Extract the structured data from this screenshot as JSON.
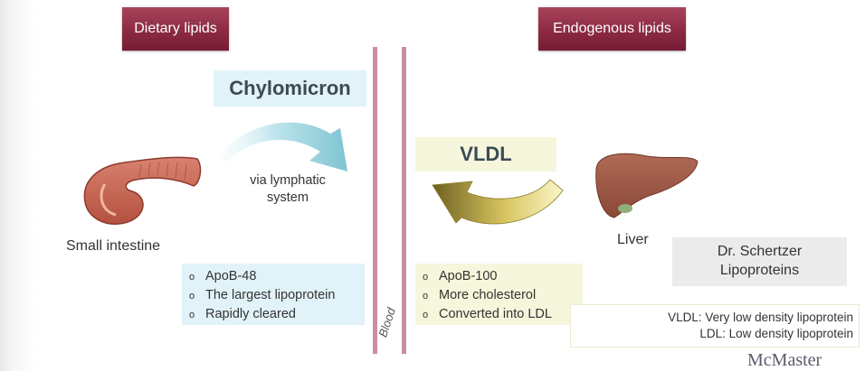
{
  "headers": {
    "left": "Dietary lipids",
    "right": "Endogenous lipids"
  },
  "chylomicron": {
    "label": "Chylomicron",
    "route": [
      "via lymphatic",
      "system"
    ],
    "facts": [
      "ApoB-48",
      "The largest lipoprotein",
      "Rapidly cleared"
    ]
  },
  "vldl": {
    "label": "VLDL",
    "facts": [
      "ApoB-100",
      "More cholesterol",
      "Converted into LDL"
    ]
  },
  "organs": {
    "intestine": "Small intestine",
    "liver": "Liver"
  },
  "blood_label": "Blood",
  "credit": {
    "line1": "Dr. Schertzer",
    "line2": "Lipoproteins"
  },
  "definitions": [
    "VLDL: Very low density lipoprotein",
    "LDL: Low density lipoprotein"
  ],
  "footer_logo": "McMaster",
  "bullet_marker": "o",
  "colors": {
    "header": "#8c2a43",
    "chylomicron_box": "#e1f3f8",
    "vldl_box": "#f6f6dc",
    "blood_line": "#c98fa1",
    "teal_arrow": "#8ccbd7",
    "gold_arrow": "#b9a443"
  }
}
